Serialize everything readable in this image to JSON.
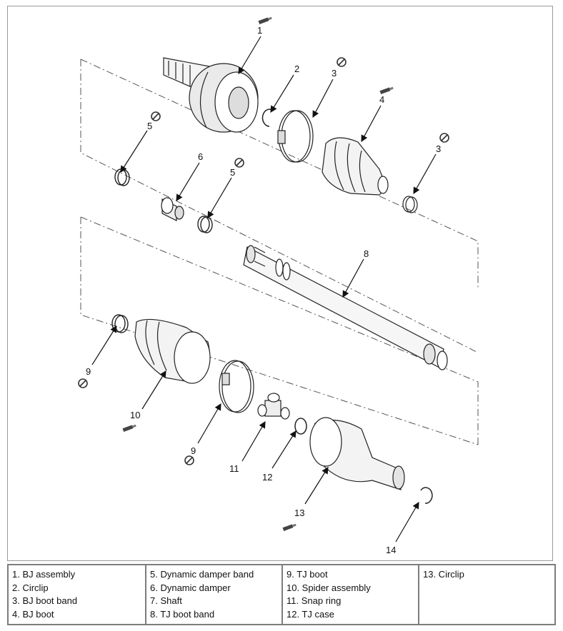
{
  "callouts": [
    "1",
    "2",
    "3",
    "4",
    "3",
    "5",
    "6",
    "5",
    "8",
    "9",
    "10",
    "9",
    "11",
    "12",
    "13",
    "14"
  ],
  "legend_columns": [
    [
      "1. BJ assembly",
      "2. Circlip",
      "3. BJ boot band",
      "4. BJ boot"
    ],
    [
      "5. Dynamic damper band",
      "6. Dynamic damper",
      "7. Shaft",
      "8. TJ boot band"
    ],
    [
      "9. TJ boot",
      "10. Spider assembly",
      "11. Snap ring",
      "12. TJ case"
    ],
    [
      "13. Circlip"
    ]
  ],
  "icons": {
    "grease": "grease-tube-icon",
    "replace": "do-not-reuse-icon"
  },
  "colors": {
    "line": "#222222",
    "border": "#7d7d7d"
  }
}
